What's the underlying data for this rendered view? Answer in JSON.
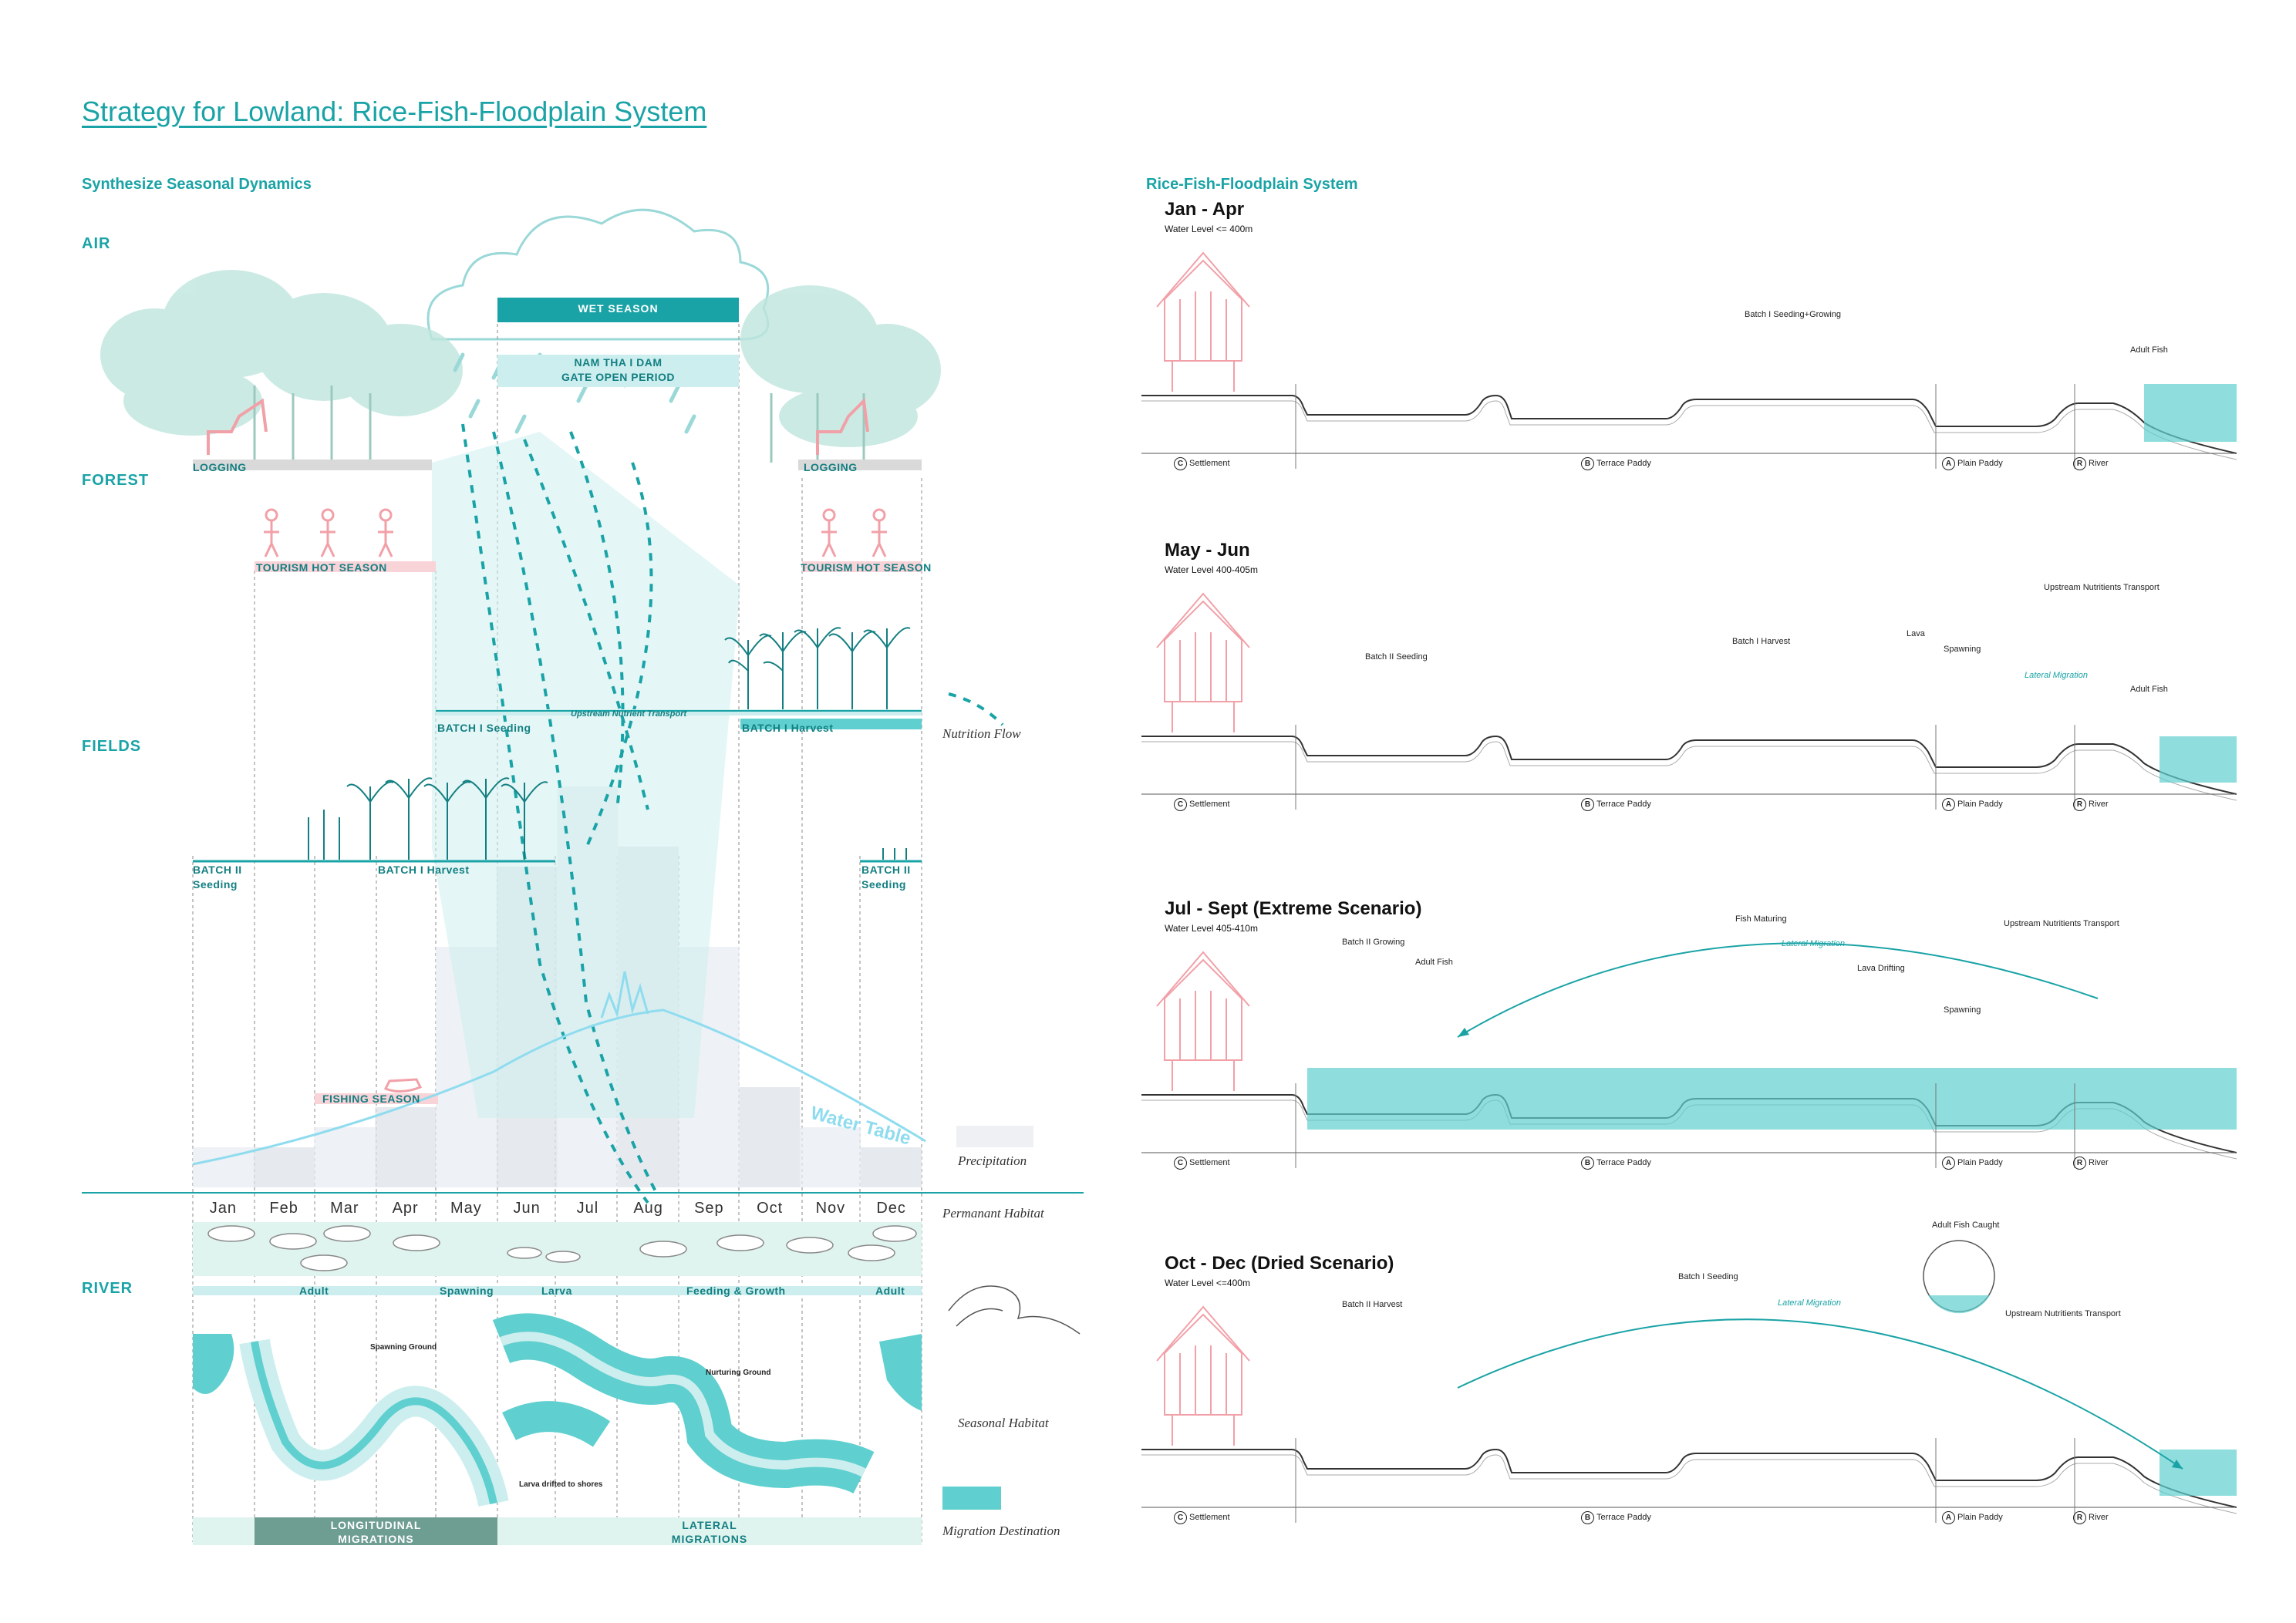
{
  "title": "Strategy for Lowland: Rice-Fish-Floodplain System",
  "left": {
    "heading": "Synthesize Seasonal Dynamics",
    "zones": {
      "air": "AIR",
      "forest": "FOREST",
      "fields": "FIELDS",
      "river": "RIVER"
    },
    "wet_season": "WET SEASON",
    "dam_line1": "NAM THA I DAM",
    "dam_line2": "GATE OPEN PERIOD",
    "logging_left": "LOGGING",
    "logging_right": "LOGGING",
    "tourism_left": "TOURISM HOT SEASON",
    "tourism_right": "TOURISM HOT SEASON",
    "batch1_seeding": "BATCH I Seeding",
    "upstream_nutrient": "Upstream Nutrient Transport",
    "batch1_harvest_upper": "BATCH I Harvest",
    "batch2_seeding_left_1": "BATCH II",
    "batch2_seeding_left_2": "Seeding",
    "batch1_harvest_lower": "BATCH I Harvest",
    "batch2_seeding_right_1": "BATCH II",
    "batch2_seeding_right_2": "Seeding",
    "fishing_season": "FISHING SEASON",
    "water_table": "Water Table",
    "months": [
      "Jan",
      "Feb",
      "Mar",
      "Apr",
      "May",
      "Jun",
      "Jul",
      "Aug",
      "Sep",
      "Oct",
      "Nov",
      "Dec"
    ],
    "fish_stages": [
      "Adult",
      "Spawning",
      "Larva",
      "Feeding & Growth",
      "Adult"
    ],
    "spawning_ground": "Spawning Ground",
    "nurturing_ground": "Nurturing Ground",
    "larva_drift": "Larva drifted to shores",
    "longitudinal_1": "LONGITUDINAL",
    "longitudinal_2": "MIGRATIONS",
    "lateral_1": "LATERAL",
    "lateral_2": "MIGRATIONS",
    "legend": {
      "nutrition_flow": "Nutrition Flow",
      "precipitation": "Precipitation",
      "permanent_habitat": "Permanant Habitat",
      "seasonal_habitat": "Seasonal Habitat",
      "migration_destination": "Migration Destination"
    },
    "precipitation_relative": [
      0.1,
      0.1,
      0.15,
      0.2,
      0.6,
      0.8,
      1.0,
      0.85,
      0.6,
      0.25,
      0.15,
      0.1
    ]
  },
  "right": {
    "heading": "Rice-Fish-Floodplain System",
    "sections": [
      {
        "title": "Jan - Apr",
        "water": "Water Level <= 400m",
        "annotations": [
          "Batch I Seeding+Growing",
          "Adult Fish"
        ]
      },
      {
        "title": "May - Jun",
        "water": "Water Level 400-405m",
        "annotations": [
          "Batch II Seeding",
          "Batch I Harvest",
          "Lava",
          "Spawning",
          "Upstream Nutritients Transport",
          "Lateral Migration",
          "Adult Fish"
        ]
      },
      {
        "title": "Jul - Sept (Extreme Scenario)",
        "water": "Water Level 405-410m",
        "annotations": [
          "Batch II Growing",
          "Adult Fish",
          "Fish Maturing",
          "Lateral Migration",
          "Lava Drifting",
          "Upstream Nutritients Transport",
          "Spawning"
        ]
      },
      {
        "title": "Oct - Dec (Dried Scenario)",
        "water": "Water Level <=400m",
        "annotations": [
          "Batch II Harvest",
          "Batch I Seeding",
          "Lateral Migration",
          "Adult Fish Caught",
          "Upstream Nutritients Transport"
        ]
      }
    ],
    "zone_labels": {
      "c": "C",
      "settlement": "Settlement",
      "b": "B",
      "terrace": "Terrace Paddy",
      "a": "A",
      "plain": "Plain Paddy",
      "r": "R",
      "river": "River"
    }
  },
  "colors": {
    "teal": "#1aa3a6",
    "light_teal": "#cdeeee",
    "mid_teal": "#5fcfcf",
    "pink": "#f2a0a8",
    "dark_teal": "#137f82",
    "grey_green": "#6e9d92"
  }
}
